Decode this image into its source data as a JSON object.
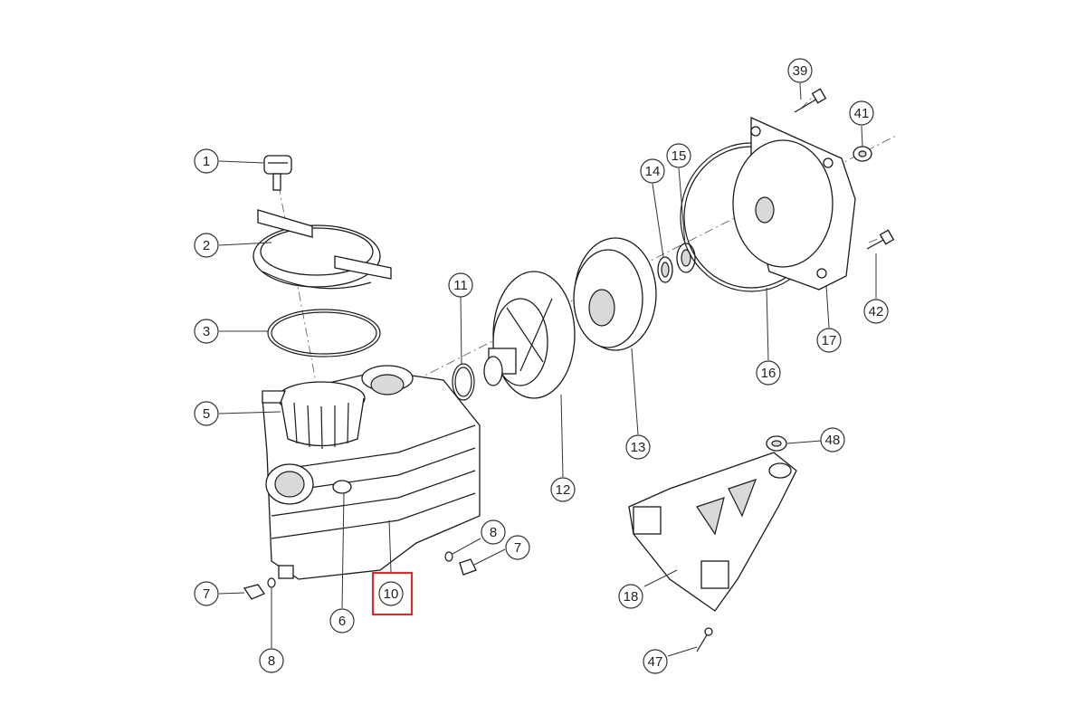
{
  "callouts": [
    {
      "id": "c1",
      "label": "1"
    },
    {
      "id": "c2",
      "label": "2"
    },
    {
      "id": "c3",
      "label": "3"
    },
    {
      "id": "c5",
      "label": "5"
    },
    {
      "id": "c6",
      "label": "6"
    },
    {
      "id": "c7a",
      "label": "7"
    },
    {
      "id": "c7b",
      "label": "7"
    },
    {
      "id": "c8a",
      "label": "8"
    },
    {
      "id": "c8b",
      "label": "8"
    },
    {
      "id": "c10",
      "label": "10"
    },
    {
      "id": "c11",
      "label": "11"
    },
    {
      "id": "c12",
      "label": "12"
    },
    {
      "id": "c13",
      "label": "13"
    },
    {
      "id": "c14",
      "label": "14"
    },
    {
      "id": "c15",
      "label": "15"
    },
    {
      "id": "c16",
      "label": "16"
    },
    {
      "id": "c17",
      "label": "17"
    },
    {
      "id": "c18",
      "label": "18"
    },
    {
      "id": "c39",
      "label": "39"
    },
    {
      "id": "c41",
      "label": "41"
    },
    {
      "id": "c42",
      "label": "42"
    },
    {
      "id": "c47",
      "label": "47"
    },
    {
      "id": "c48",
      "label": "48"
    }
  ],
  "highlight": {
    "label": "10",
    "color": "#d0312d"
  }
}
